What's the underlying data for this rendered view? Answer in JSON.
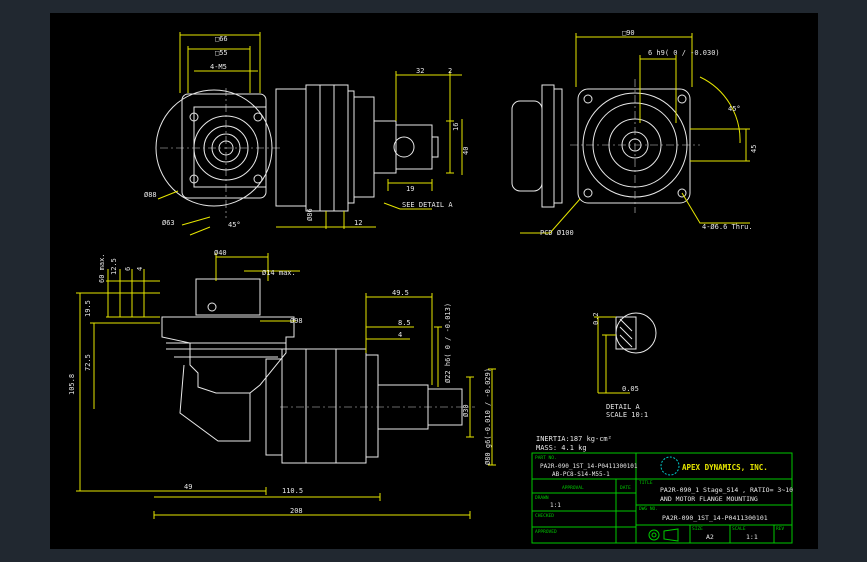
{
  "top_left": {
    "d66": "□66",
    "d55": "□55",
    "holes": "4-M5",
    "d88": "Ø88",
    "d63": "Ø63",
    "ang45": "45°",
    "d86": "Ø86",
    "d12": "12",
    "see_detail": "SEE DETAIL A",
    "d32": "32",
    "d2": "2",
    "d19": "19",
    "d16": "16",
    "d40": "40"
  },
  "top_right": {
    "d90": "□90",
    "tol": "6 h9(  0 / -0.030)",
    "ang45": "45°",
    "d45": "45",
    "thru": "4-Ø6.6 Thru.",
    "pcd": "PCD Ø100"
  },
  "side": {
    "d40": "Ø40",
    "d14": "Ø14 max.",
    "d60": "60 max.",
    "d125": "12.5",
    "d6": "6",
    "d4": "4",
    "d195": "19.5",
    "d98": "Ø98",
    "d725": "72.5",
    "d1058": "105.8",
    "d495": "49.5",
    "d85": "8.5",
    "d4b": "4",
    "d22": "Ø22 h6(  0 / -0.013)",
    "d30": "Ø30",
    "d80": "Ø80 g6(-0.010 / -0.029)",
    "d49": "49",
    "d1105": "110.5",
    "d208": "208"
  },
  "detail": {
    "d02": "0.2",
    "d005": "0.05",
    "label": "DETAIL A",
    "scale": "SCALE 10:1"
  },
  "specs": {
    "inertia": "INERTIA:187 kg-cm²",
    "mass": "MASS: 4.1 kg"
  },
  "title_block": {
    "part_no_label": "PART NO.",
    "part_no_1": "PA2R-090_1ST_14-P0411300101",
    "part_no_2": "AB-PC8-S14-M55-1",
    "approval": "APPROVAL",
    "date": "DATE",
    "drawn_label": "DRAWN",
    "drawn_value": "1:1",
    "checked": "CHECKED",
    "approved": "APPROVED",
    "company": "APEX DYNAMICS, INC.",
    "title_label": "TITLE",
    "title_1": "PA2R-090_1 Stage_S14 , RATIO= 3~10",
    "title_2": "AND MOTOR FLANGE MOUNTING",
    "dwg_label": "DWG NO.",
    "dwg_no": "PA2R-090_1ST_14-P0411300101",
    "size_label": "SIZE",
    "size": "A2",
    "scale_label": "SCALE",
    "scale": "1:1",
    "rev_label": "REV"
  }
}
